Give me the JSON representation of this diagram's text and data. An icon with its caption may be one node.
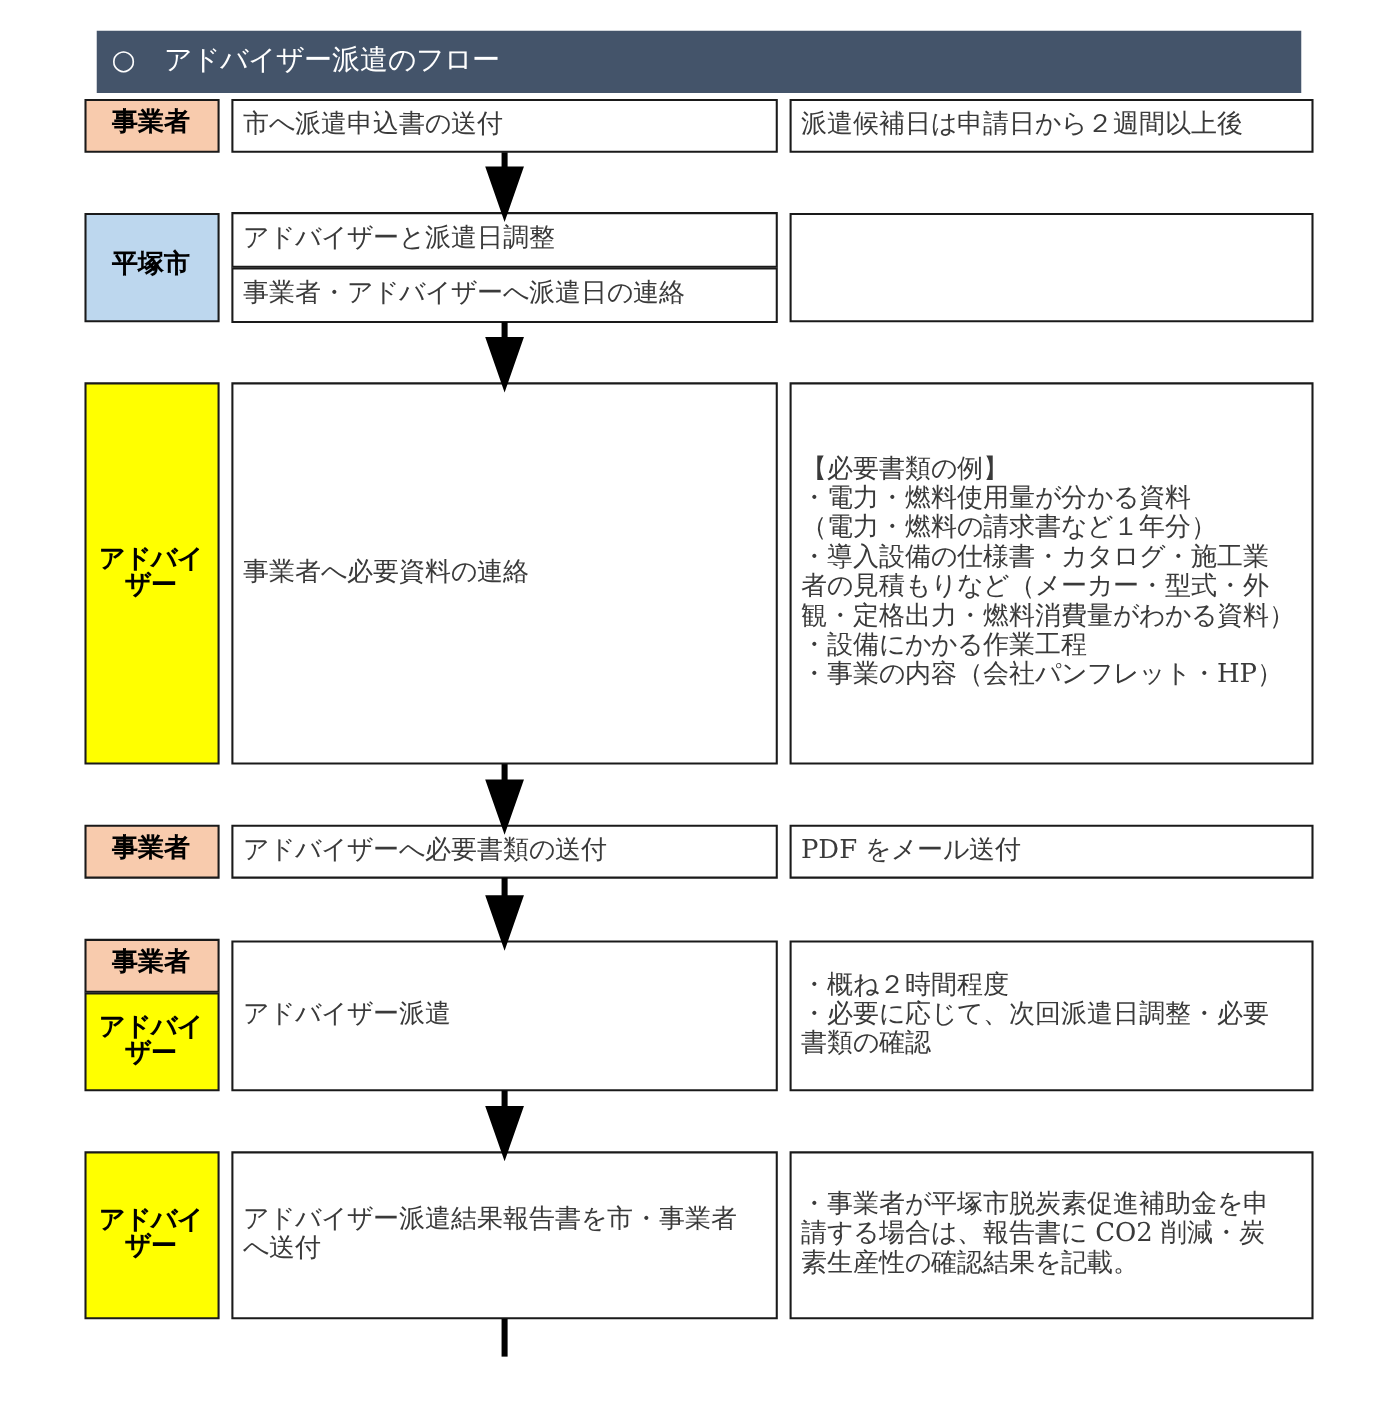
{
  "diagram": {
    "title": "○　アドバイザー派遣のフロー",
    "nodes": [
      {
        "text": [
          "事業者"
        ]
      },
      {
        "text": [
          "市へ派遣申込書の送付"
        ]
      },
      {
        "text": [
          "派遣候補日は申請日から２週間以上後"
        ]
      },
      {
        "text": [
          "平塚市"
        ]
      },
      {
        "text": [
          "アドバイザーと派遣日調整"
        ]
      },
      {
        "text": [
          "事業者・アドバイザーへ派遣日の連絡"
        ]
      },
      {
        "text": [],
        "shape": "box"
      },
      {
        "text": [
          "アドバイザー"
        ]
      },
      {
        "text": [
          "事業者へ必要資料の連絡"
        ]
      },
      {
        "text": [
          "【必要書類の例】",
          "・電力・燃料使用量が分かる資料",
          "（電力・燃料の請求書など１年分）",
          "・導入設備の仕様書・カタログ・施工業者の見積もりなど（メーカー・型式・外観・定格出力・燃料消費量がわかる資料）",
          "・設備にかかる作業工程",
          "・事業の内容（会社パンフレット・HP）"
        ]
      },
      {
        "text": [
          "事業者"
        ]
      },
      {
        "text": [
          "アドバイザーへ必要書類の送付"
        ]
      },
      {
        "text": [
          "PDF をメール送付"
        ]
      },
      {
        "text": [
          "事業者"
        ]
      },
      {
        "text": [
          "アドバイザー"
        ]
      },
      {
        "text": [
          "アドバイザー派遣"
        ]
      },
      {
        "text": [
          "・概ね２時間程度",
          "・必要に応じて、次回派遣日調整・必要書類の確認"
        ]
      },
      {
        "text": [
          "アドバイザー"
        ]
      },
      {
        "text": [
          "アドバイザー派遣結果報告書を市・事業者へ送付"
        ]
      },
      {
        "text": [
          "・事業者が平塚市脱炭素促進補助金を申請する場合は、報告書に CO2 削減・炭素生産性の確認結果を記載。"
        ]
      }
    ],
    "edges": [
      {
        "from": 1,
        "to": 4,
        "arrow": "to"
      },
      {
        "from": 5,
        "to": 8,
        "arrow": "to"
      },
      {
        "from": 8,
        "to": 11,
        "arrow": "to"
      },
      {
        "from": 11,
        "to": 15,
        "arrow": "to"
      },
      {
        "from": 15,
        "to": 18,
        "arrow": "to"
      },
      {
        "from": 18,
        "to": null,
        "arrow": "none"
      }
    ]
  }
}
